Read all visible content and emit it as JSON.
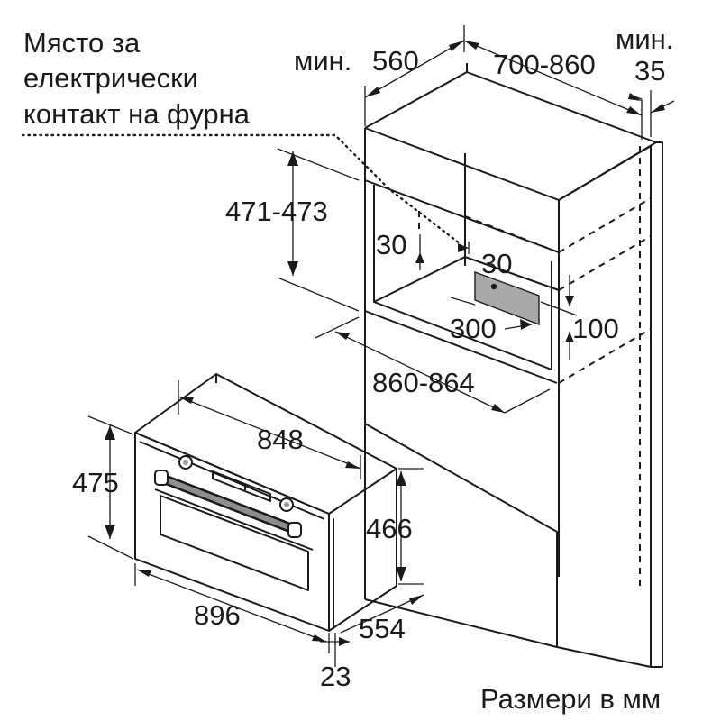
{
  "diagram": {
    "socket_note": [
      "Място за",
      "електрически",
      "контакт на фурна"
    ],
    "units_caption": "Размери в мм",
    "niche": {
      "min_depth_prefix": "мин.",
      "min_depth": "560",
      "cabinet_depth": "700-860",
      "rear_gap_prefix": "мин.",
      "rear_gap": "35",
      "height": "471-473",
      "socket_offset_left": "30",
      "socket_offset_top": "30",
      "socket_width": "300",
      "socket_height": "100",
      "width": "860-864"
    },
    "oven": {
      "body_width": "848",
      "front_height": "475",
      "body_height": "466",
      "front_width": "896",
      "body_depth": "554",
      "front_thickness": "23"
    }
  }
}
